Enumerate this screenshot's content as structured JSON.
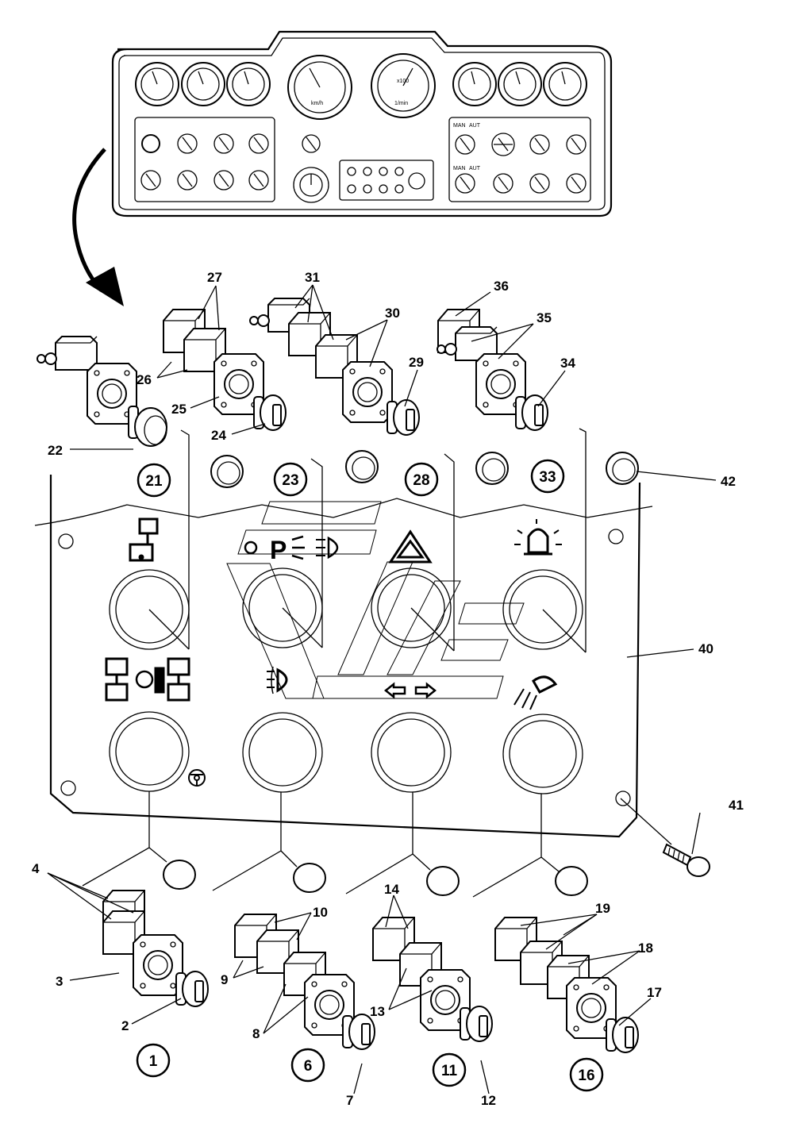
{
  "callouts": [
    "2",
    "3",
    "4",
    "7",
    "8",
    "9",
    "10",
    "12",
    "13",
    "14",
    "17",
    "18",
    "19",
    "22",
    "24",
    "25",
    "26",
    "27",
    "29",
    "30",
    "31",
    "34",
    "35",
    "36",
    "40",
    "41",
    "42"
  ],
  "circled": [
    "21",
    "23",
    "28",
    "33",
    "1",
    "6",
    "11",
    "16"
  ],
  "dashboard_labels": {
    "speedo_unit": "km/h",
    "tacho_unit": "1/min",
    "tacho_scale": "x100",
    "man": "MAN",
    "aut": "AUT"
  },
  "panel_symbols": [
    "power-take-off-icon",
    "parking-light-icon",
    "hazard-warning-icon",
    "beacon-icon",
    "differential-lock-icon",
    "fog-light-icon",
    "turn-signal-icon",
    "work-light-icon",
    "steering-wheel-icon"
  ],
  "colors": {
    "line": "#000000",
    "background": "#ffffff"
  }
}
